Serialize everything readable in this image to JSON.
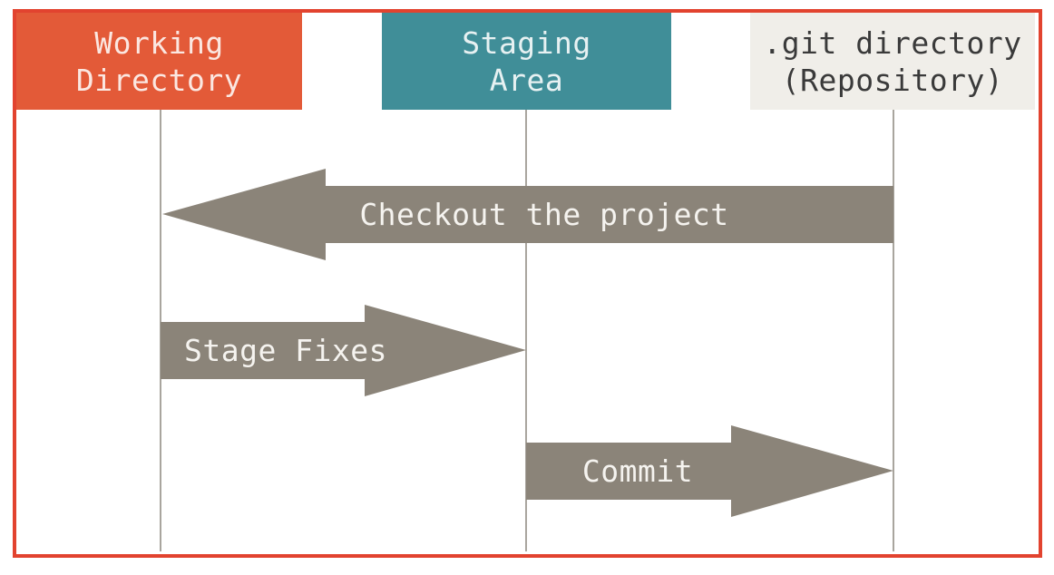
{
  "colors": {
    "frame_border": "#e2432f",
    "working_fill": "#e35a38",
    "staging_fill": "#408e98",
    "repo_fill": "#f0eee9",
    "arrow_fill": "#8b8479",
    "lifeline": "#a9a59e",
    "arrow_text": "#f5f3ef"
  },
  "lanes": {
    "working": {
      "line1": "Working",
      "line2": "Directory"
    },
    "staging": {
      "line1": "Staging",
      "line2": "Area"
    },
    "repository": {
      "line1": ".git directory",
      "line2": "(Repository)"
    }
  },
  "arrows": {
    "checkout": {
      "label": "Checkout the project",
      "from": "repository",
      "to": "working"
    },
    "stage": {
      "label": "Stage Fixes",
      "from": "working",
      "to": "staging"
    },
    "commit": {
      "label": "Commit",
      "from": "staging",
      "to": "repository"
    }
  }
}
